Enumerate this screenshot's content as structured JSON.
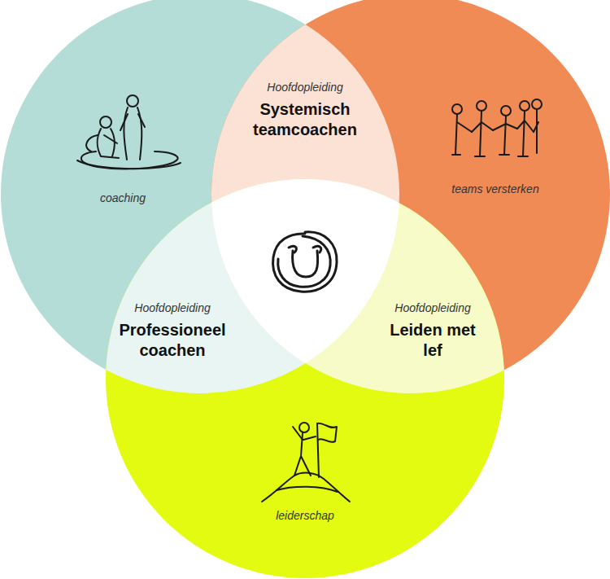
{
  "diagram": {
    "nodes": [
      {
        "text": [
          "Hoofdopleiding",
          "Systemisch teamcoachen"
        ]
      },
      {
        "text": [
          "coaching"
        ]
      },
      {
        "text": [
          "teams versterken"
        ]
      },
      {
        "text": [
          "Hoofdopleiding",
          "Professioneel coachen"
        ]
      },
      {
        "text": [
          "Hoofdopleiding",
          "Leiden met lef"
        ]
      },
      {
        "text": [
          "leiderschap"
        ]
      }
    ]
  }
}
